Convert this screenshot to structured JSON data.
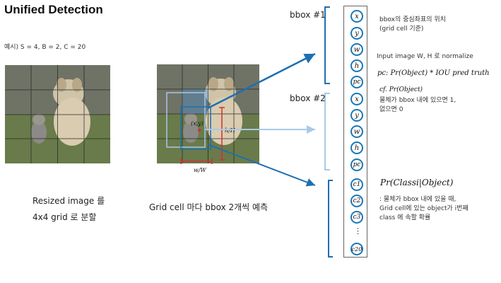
{
  "title": "Unified Detection",
  "example_text": "예시) S = 4, B = 2, C = 20",
  "left_caption": [
    "Resized image 를",
    "4x4 grid 로 분할"
  ],
  "middle_caption": "Grid cell 마다 bbox 2개씩 예측",
  "grid_size": 4,
  "diagram_labels": {
    "xy": "(x,y)",
    "h": "h/H",
    "w": "w/W"
  },
  "bbox1_label": "bbox #1",
  "bbox2_label": "bbox #2",
  "vector": {
    "bbox1": [
      "x",
      "y",
      "w",
      "h",
      "pc"
    ],
    "bbox2": [
      "x",
      "y",
      "w",
      "h",
      "pc"
    ],
    "classes": [
      "c1",
      "c2",
      "c3",
      "⋮",
      "c20"
    ]
  },
  "notes": {
    "center": [
      "bbox의 중심좌표의 위치",
      "(grid cell 기준)"
    ],
    "normalize": "Input image W, H 로 normalize",
    "pc_formula": "pc: Pr(Object) * IOU pred truth",
    "cf_formula": "cf. Pr(Object)",
    "object_desc": [
      "물체가 bbox 내에 있으면 1,",
      "없으면 0"
    ],
    "class_formula": "Pr(Classi|Object)",
    "class_desc": [
      ": 물체가 bbox 내에 있을 때,",
      "Grid cell에 있는 object가 i번째",
      "class 에 속할 확률"
    ]
  },
  "colors": {
    "circle_border": "#1a78b4",
    "arrow_dark": "#1e6fb0",
    "arrow_light": "#a9c9e6",
    "box_light": "#a8c8e8",
    "box_red": "#d23030"
  }
}
